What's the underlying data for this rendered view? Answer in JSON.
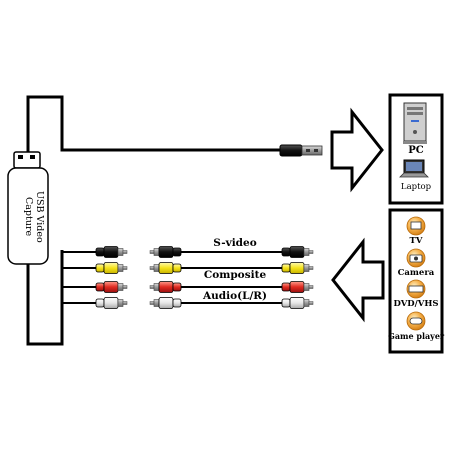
{
  "device_label": "USB Video Capture",
  "pc_panel": {
    "items": [
      {
        "label": "PC",
        "icon": "pc-tower-icon"
      },
      {
        "label": "Laptop",
        "icon": "laptop-icon"
      }
    ]
  },
  "source_panel": {
    "items": [
      {
        "label": "TV",
        "icon": "tv-icon"
      },
      {
        "label": "Camera",
        "icon": "camera-icon"
      },
      {
        "label": "DVD/VHS",
        "icon": "dvd-icon"
      },
      {
        "label": "Game player",
        "icon": "gamepad-icon"
      }
    ]
  },
  "cables": [
    {
      "label": "S-video"
    },
    {
      "label": "Composite"
    },
    {
      "label": "Audio(L/R)"
    }
  ],
  "colors": {
    "plug_black": "#111111",
    "plug_yellow": "#f5e31a",
    "plug_red": "#e02a20",
    "plug_white": "#f2f2f2",
    "icon_orange": "#f0a23a"
  }
}
